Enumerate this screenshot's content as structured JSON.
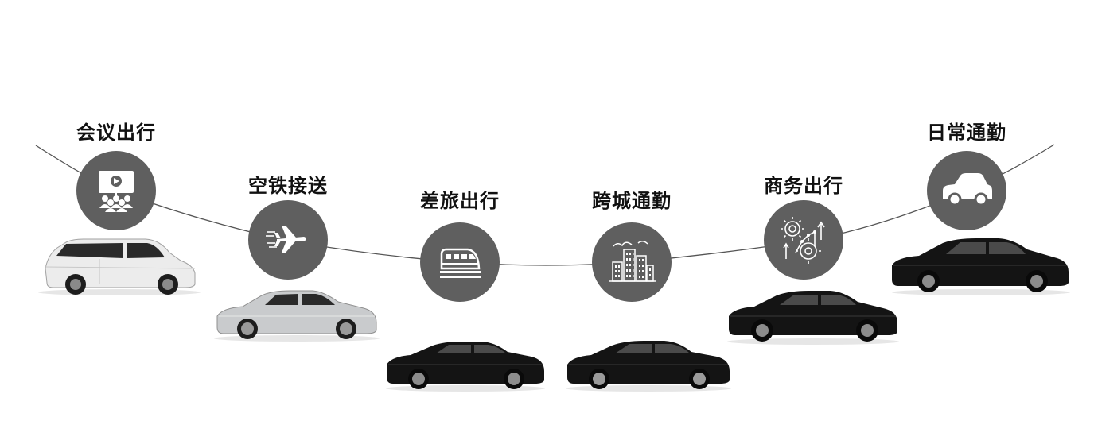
{
  "categories": [
    {
      "label": "会议出行",
      "icon": "meeting-presentation-icon",
      "car": "white-mpv"
    },
    {
      "label": "空铁接送",
      "icon": "airplane-icon",
      "car": "silver-sedan"
    },
    {
      "label": "差旅出行",
      "icon": "train-icon",
      "car": "black-sedan"
    },
    {
      "label": "跨城通勤",
      "icon": "city-buildings-icon",
      "car": "black-luxury-sedan"
    },
    {
      "label": "商务出行",
      "icon": "business-growth-icon",
      "car": "black-sedan"
    },
    {
      "label": "日常通勤",
      "icon": "car-icon",
      "car": "black-sedan"
    }
  ],
  "colors": {
    "circle": "#5f5f5f",
    "line": "#555555",
    "label": "#111111",
    "car_white": "#ececec",
    "car_silver": "#c9cbcd",
    "car_black": "#141414"
  }
}
